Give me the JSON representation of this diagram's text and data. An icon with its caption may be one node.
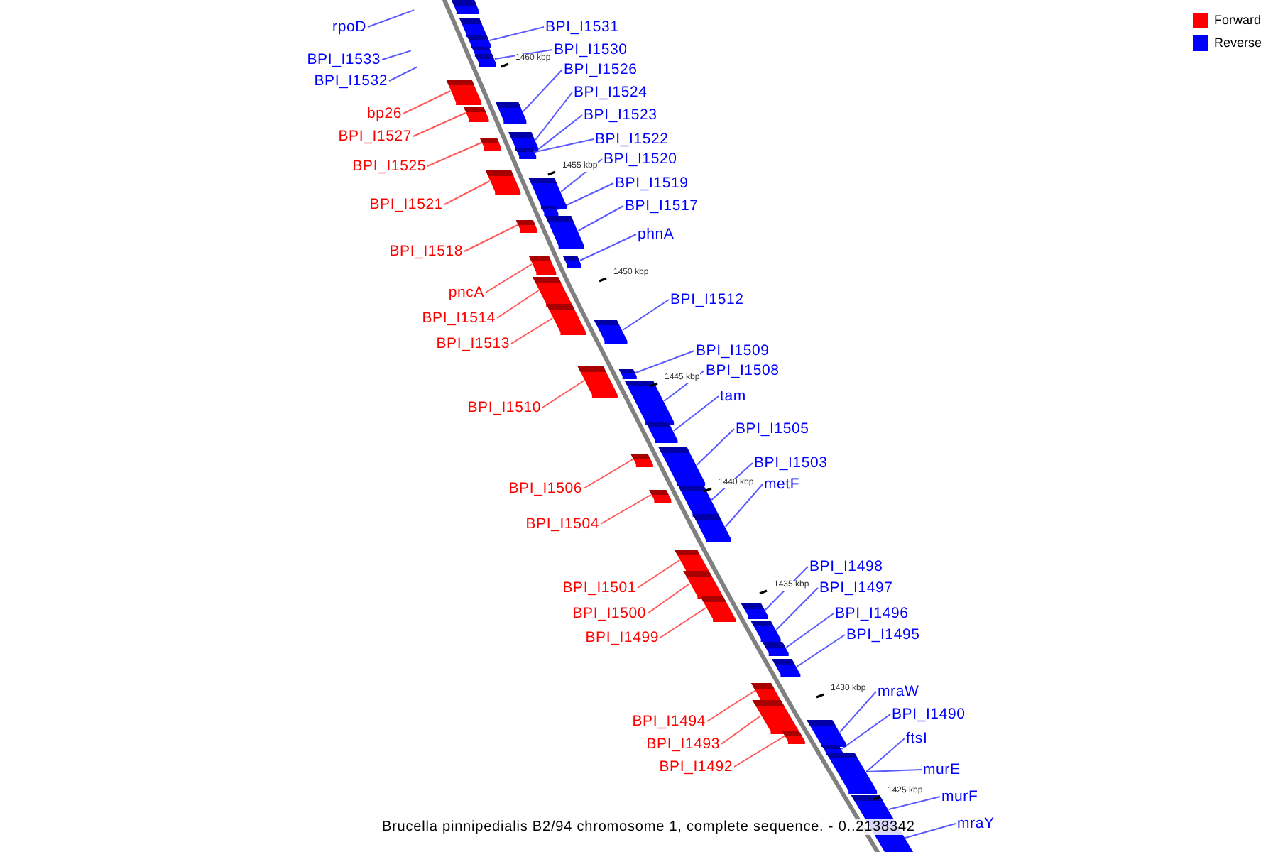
{
  "diagram": {
    "caption": "Brucella pinnipedialis B2/94 chromosome 1, complete sequence. - 0..2138342",
    "nodes": [
      {
        "text": [
          "rpoD"
        ]
      },
      {
        "text": [
          "BPI_I1533"
        ]
      },
      {
        "text": [
          "BPI_I1532"
        ]
      },
      {
        "text": [
          "bp26"
        ]
      },
      {
        "text": [
          "BPI_I1527"
        ]
      },
      {
        "text": [
          "BPI_I1525"
        ]
      },
      {
        "text": [
          "BPI_I1521"
        ]
      },
      {
        "text": [
          "BPI_I1518"
        ]
      },
      {
        "text": [
          "pncA"
        ]
      },
      {
        "text": [
          "BPI_I1514"
        ]
      },
      {
        "text": [
          "BPI_I1513"
        ]
      },
      {
        "text": [
          "BPI_I1510"
        ]
      },
      {
        "text": [
          "BPI_I1506"
        ]
      },
      {
        "text": [
          "BPI_I1504"
        ]
      },
      {
        "text": [
          "BPI_I1501"
        ]
      },
      {
        "text": [
          "BPI_I1500"
        ]
      },
      {
        "text": [
          "BPI_I1499"
        ]
      },
      {
        "text": [
          "BPI_I1494"
        ]
      },
      {
        "text": [
          "BPI_I1493"
        ]
      },
      {
        "text": [
          "BPI_I1492"
        ]
      },
      {
        "text": [
          "BPI_I1531"
        ]
      },
      {
        "text": [
          "BPI_I1530"
        ]
      },
      {
        "text": [
          "BPI_I1526"
        ]
      },
      {
        "text": [
          "BPI_I1524"
        ]
      },
      {
        "text": [
          "BPI_I1523"
        ]
      },
      {
        "text": [
          "BPI_I1522"
        ]
      },
      {
        "text": [
          "BPI_I1520"
        ]
      },
      {
        "text": [
          "BPI_I1519"
        ]
      },
      {
        "text": [
          "BPI_I1517"
        ]
      },
      {
        "text": [
          "phnA"
        ]
      },
      {
        "text": [
          "BPI_I1512"
        ]
      },
      {
        "text": [
          "BPI_I1509"
        ]
      },
      {
        "text": [
          "BPI_I1508"
        ]
      },
      {
        "text": [
          "tam"
        ]
      },
      {
        "text": [
          "BPI_I1505"
        ]
      },
      {
        "text": [
          "BPI_I1503"
        ]
      },
      {
        "text": [
          "metF"
        ]
      },
      {
        "text": [
          "BPI_I1498"
        ]
      },
      {
        "text": [
          "BPI_I1497"
        ]
      },
      {
        "text": [
          "BPI_I1496"
        ]
      },
      {
        "text": [
          "BPI_I1495"
        ]
      },
      {
        "text": [
          "mraW"
        ]
      },
      {
        "text": [
          "BPI_I1490"
        ]
      },
      {
        "text": [
          "ftsI"
        ]
      },
      {
        "text": [
          "murE"
        ]
      },
      {
        "text": [
          "murF"
        ]
      },
      {
        "text": [
          "mraY"
        ]
      },
      {
        "text": [],
        "shape": "box"
      },
      {
        "text": [],
        "shape": "box"
      },
      {
        "text": [],
        "shape": "box"
      },
      {
        "text": [],
        "shape": "box"
      },
      {
        "text": [],
        "shape": "box"
      },
      {
        "text": [],
        "shape": "box"
      },
      {
        "text": [],
        "shape": "box"
      },
      {
        "text": [],
        "shape": "box"
      },
      {
        "text": [],
        "shape": "box"
      },
      {
        "text": [],
        "shape": "box"
      },
      {
        "text": [],
        "shape": "box"
      },
      {
        "text": [],
        "shape": "box"
      },
      {
        "text": [],
        "shape": "box"
      },
      {
        "text": [],
        "shape": "box"
      },
      {
        "text": [],
        "shape": "box"
      },
      {
        "text": [],
        "shape": "box"
      },
      {
        "text": [],
        "shape": "box"
      },
      {
        "text": [],
        "shape": "box"
      },
      {
        "text": [],
        "shape": "box"
      },
      {
        "text": [],
        "shape": "box"
      },
      {
        "text": [],
        "shape": "box"
      },
      {
        "text": [],
        "shape": "box"
      },
      {
        "text": [],
        "shape": "box"
      },
      {
        "text": [],
        "shape": "box"
      },
      {
        "text": [],
        "shape": "box"
      },
      {
        "text": [],
        "shape": "box"
      },
      {
        "text": [],
        "shape": "box"
      },
      {
        "text": [],
        "shape": "box"
      },
      {
        "text": [],
        "shape": "box"
      },
      {
        "text": [],
        "shape": "box"
      },
      {
        "text": [],
        "shape": "box"
      },
      {
        "text": [],
        "shape": "box"
      },
      {
        "text": [],
        "shape": "box"
      },
      {
        "text": [],
        "shape": "box"
      },
      {
        "text": [],
        "shape": "box"
      },
      {
        "text": [],
        "shape": "box"
      },
      {
        "text": [],
        "shape": "box"
      },
      {
        "text": [],
        "shape": "box"
      },
      {
        "text": [],
        "shape": "box"
      },
      {
        "text": [],
        "shape": "box"
      },
      {
        "text": [],
        "shape": "box"
      },
      {
        "text": [],
        "shape": "box"
      },
      {
        "text": [],
        "shape": "box"
      },
      {
        "text": [],
        "shape": "box"
      },
      {
        "text": [],
        "shape": "box"
      }
    ],
    "edges": [
      {
        "from": 0,
        "to": null,
        "arrow": "none"
      },
      {
        "from": 1,
        "to": null,
        "arrow": "none"
      },
      {
        "from": 2,
        "to": null,
        "arrow": "none"
      },
      {
        "from": 3,
        "to": 52,
        "arrow": "none",
        "color": "#ff0000"
      },
      {
        "from": 4,
        "to": 54,
        "arrow": "none",
        "color": "#ff0000"
      },
      {
        "from": 5,
        "to": 56,
        "arrow": "none",
        "color": "#ff0000"
      },
      {
        "from": 6,
        "to": 58,
        "arrow": "none",
        "color": "#ff0000"
      },
      {
        "from": 7,
        "to": 62,
        "arrow": "none",
        "color": "#ff0000"
      },
      {
        "from": 8,
        "to": 64,
        "arrow": "none",
        "color": "#ff0000"
      },
      {
        "from": 9,
        "to": 65,
        "arrow": "none",
        "color": "#ff0000"
      },
      {
        "from": 10,
        "to": 66,
        "arrow": "none",
        "color": "#ff0000"
      },
      {
        "from": 11,
        "to": 68,
        "arrow": "none",
        "color": "#ff0000"
      },
      {
        "from": 12,
        "to": 73,
        "arrow": "none",
        "color": "#ff0000"
      },
      {
        "from": 13,
        "to": 75,
        "arrow": "none",
        "color": "#ff0000"
      },
      {
        "from": 14,
        "to": 77,
        "arrow": "none",
        "color": "#ff0000"
      },
      {
        "from": 15,
        "to": 78,
        "arrow": "none",
        "color": "#ff0000"
      },
      {
        "from": 16,
        "to": 79,
        "arrow": "none",
        "color": "#ff0000"
      },
      {
        "from": 17,
        "to": 84,
        "arrow": "none",
        "color": "#ff0000"
      },
      {
        "from": 18,
        "to": 85,
        "arrow": "none",
        "color": "#ff0000"
      },
      {
        "from": 19,
        "to": 87,
        "arrow": "none",
        "color": "#ff0000"
      },
      {
        "from": 20,
        "to": 49,
        "arrow": "none"
      },
      {
        "from": 21,
        "to": 51,
        "arrow": "none"
      },
      {
        "from": 22,
        "to": 53,
        "arrow": "none"
      },
      {
        "from": 23,
        "to": 55,
        "arrow": "none"
      },
      {
        "from": 24,
        "to": 57,
        "arrow": "none"
      },
      {
        "from": 25,
        "to": 57,
        "arrow": "none"
      },
      {
        "from": 26,
        "to": 59,
        "arrow": "none"
      },
      {
        "from": 27,
        "to": 60,
        "arrow": "none"
      },
      {
        "from": 28,
        "to": 61,
        "arrow": "none"
      },
      {
        "from": 29,
        "to": 63,
        "arrow": "none"
      },
      {
        "from": 30,
        "to": 67,
        "arrow": "none"
      },
      {
        "from": 31,
        "to": 69,
        "arrow": "none"
      },
      {
        "from": 32,
        "to": 70,
        "arrow": "none"
      },
      {
        "from": 33,
        "to": 71,
        "arrow": "none"
      },
      {
        "from": 34,
        "to": 72,
        "arrow": "none"
      },
      {
        "from": 35,
        "to": 74,
        "arrow": "none"
      },
      {
        "from": 36,
        "to": 76,
        "arrow": "none"
      },
      {
        "from": 37,
        "to": 80,
        "arrow": "none"
      },
      {
        "from": 38,
        "to": 81,
        "arrow": "none"
      },
      {
        "from": 39,
        "to": 82,
        "arrow": "none"
      },
      {
        "from": 40,
        "to": 83,
        "arrow": "none"
      },
      {
        "from": 41,
        "to": 86,
        "arrow": "none"
      },
      {
        "from": 42,
        "to": 88,
        "arrow": "none"
      },
      {
        "from": 43,
        "to": 89,
        "arrow": "none"
      },
      {
        "from": 44,
        "to": 89,
        "arrow": "none"
      },
      {
        "from": 45,
        "to": 90,
        "arrow": "none"
      },
      {
        "from": 46,
        "to": 91,
        "arrow": "none"
      }
    ],
    "labels": [
      "1460 kbp",
      "1455 kbp",
      "1450 kbp",
      "1445 kbp",
      "1440 kbp",
      "1435 kbp",
      "1430 kbp",
      "1425 kbp"
    ],
    "legend": [
      {
        "text": "Forward",
        "color": "#ff0000"
      },
      {
        "text": "Reverse",
        "color": "#0000ff"
      }
    ]
  }
}
